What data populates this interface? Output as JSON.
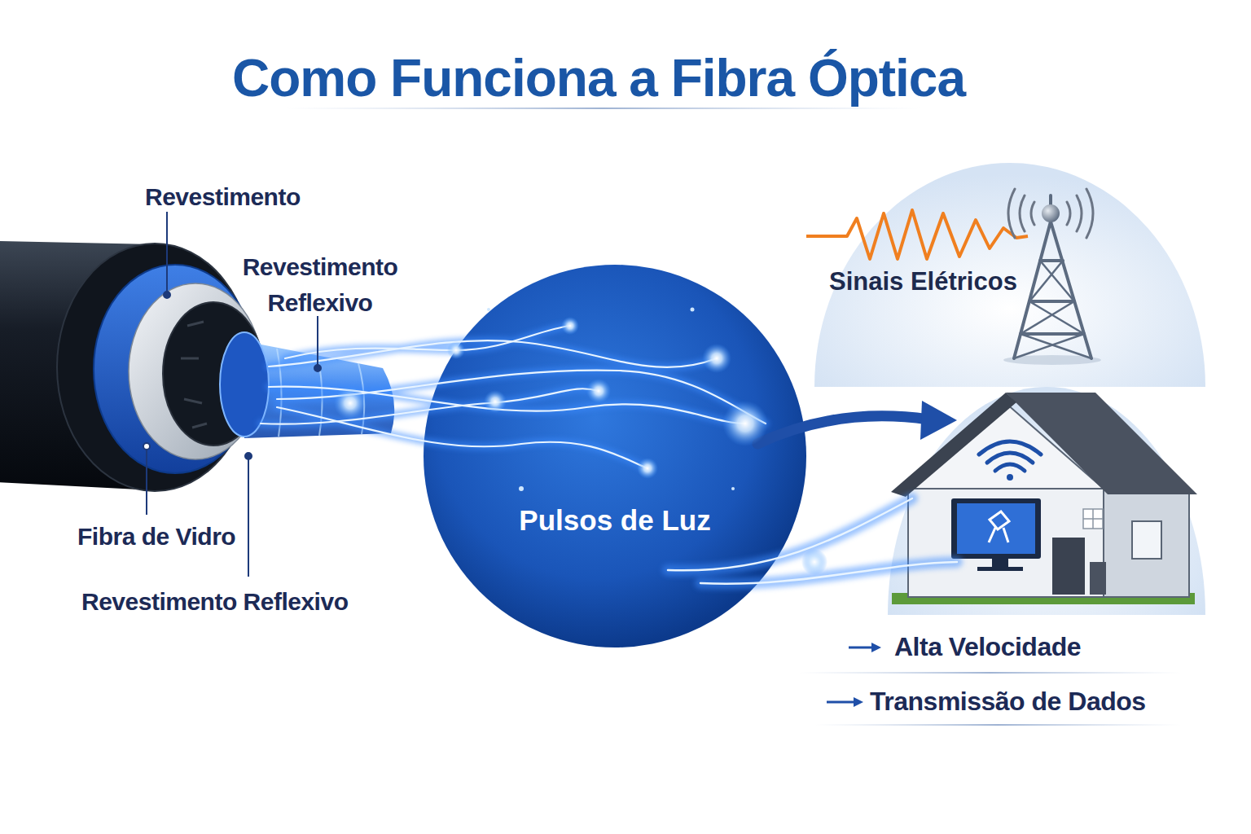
{
  "diagram": {
    "title": "Como Funciona a Fibra Óptica",
    "nodes": [
      {
        "text": [
          "Pulsos de Luz"
        ]
      },
      {
        "text": [
          "Sinais Elétricos"
        ]
      }
    ],
    "labels": [
      "Revestimento",
      "Revestimento Reflexivo",
      "Fibra de Vidro",
      "Revestimento Reflexivo",
      "Alta Velocidade",
      "Transmissão de Dados"
    ]
  }
}
